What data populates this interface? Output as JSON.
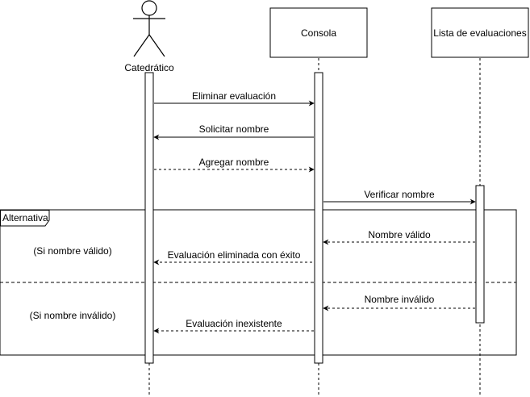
{
  "participants": {
    "actor": {
      "label": "Catedrático"
    },
    "console": {
      "label": "Consola"
    },
    "list": {
      "label": "Lista de evaluaciones"
    }
  },
  "messages": {
    "m1": {
      "label": "Eliminar evaluación",
      "style": "solid"
    },
    "m2": {
      "label": "Solicitar nombre",
      "style": "solid"
    },
    "m3": {
      "label": "Agregar nombre",
      "style": "dashed"
    },
    "m4": {
      "label": "Verificar nombre",
      "style": "solid"
    },
    "m5": {
      "label": "Nombre válido",
      "style": "dashed"
    },
    "m6": {
      "label": "Evaluación eliminada con éxito",
      "style": "dashed"
    },
    "m7": {
      "label": "Nombre inválido",
      "style": "dashed"
    },
    "m8": {
      "label": "Evaluación inexistente",
      "style": "dashed"
    }
  },
  "fragment": {
    "label": "Alternativa",
    "guards": {
      "g1": "(Si nombre válido)",
      "g2": "(Si nombre inválido)"
    }
  }
}
